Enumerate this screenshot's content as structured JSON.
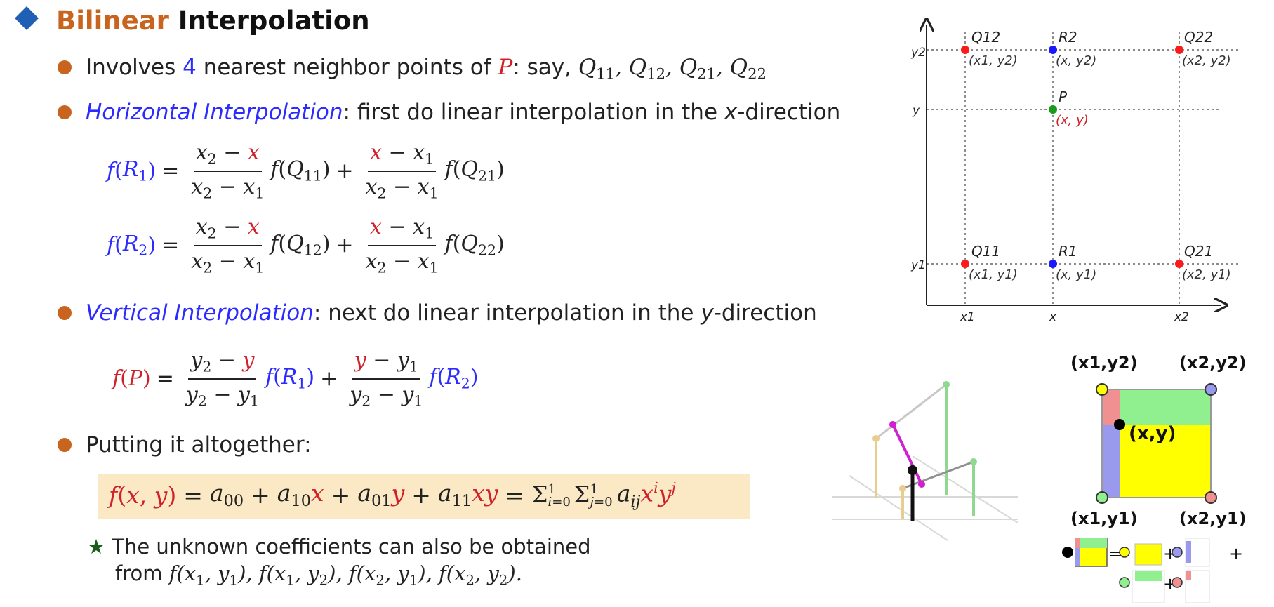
{
  "title": {
    "highlight": "Bilinear",
    "rest": "Interpolation"
  },
  "bullets": [
    {
      "lead": "Involves ",
      "number": "4",
      "mid": " nearest neighbor points of ",
      "var": "P",
      "tail": ": say, "
    },
    {
      "term": "Horizontal Interpolation",
      "text": ": first do linear interpolation in the ",
      "axis": "x",
      "tail": "-direction"
    },
    {
      "term": "Vertical Interpolation",
      "text": ": next do linear interpolation in the ",
      "axis": "y",
      "tail": "-direction"
    },
    {
      "text": "Putting it altogether:"
    }
  ],
  "neighbors": "Q11, Q12, Q21, Q22",
  "formulas": {
    "r1": "f(R1) = (x2 − x)/(x2 − x1) f(Q11) + (x − x1)/(x2 − x1) f(Q21)",
    "r2": "f(R2) = (x2 − x)/(x2 − x1) f(Q12) + (x − x1)/(x2 − x1) f(Q22)",
    "p": "f(P) = (y2 − y)/(y2 − y1) f(R1) + (y − y1)/(y2 − y1) f(R2)",
    "all": "f(x,y) = a00 + a10 x + a01 y + a11 xy = Σ_{i=0}^{1} Σ_{j=0}^{1} a_ij x^i y^j"
  },
  "note": {
    "line1": "The unknown coefficients can also be obtained",
    "line2_prefix": "from ",
    "terms": "f(x1,y1), f(x1,y2), f(x2,y1), f(x2,y2)."
  },
  "diagram": {
    "points": [
      "Q12",
      "R2",
      "Q22",
      "P",
      "Q11",
      "R1",
      "Q21"
    ],
    "coords": [
      "(x1, y2)",
      "(x, y2)",
      "(x2, y2)",
      "(x, y)",
      "(x1, y1)",
      "(x, y1)",
      "(x2, y1)"
    ],
    "axis_labels": [
      "y2",
      "y",
      "y1",
      "x1",
      "x",
      "x2"
    ],
    "colors": {
      "q": "#ff1a1a",
      "r": "#1a1aff",
      "p": "#1a9a1a"
    }
  },
  "unit_square": {
    "corners": [
      "(x1,y2)",
      "(x2,y2)",
      "(x1,y1)",
      "(x2,y1)"
    ],
    "point": "(x,y)",
    "colors": {
      "yellow": "#ffff00",
      "green": "#90f090",
      "blue": "#9999ee",
      "red": "#f09090"
    }
  }
}
